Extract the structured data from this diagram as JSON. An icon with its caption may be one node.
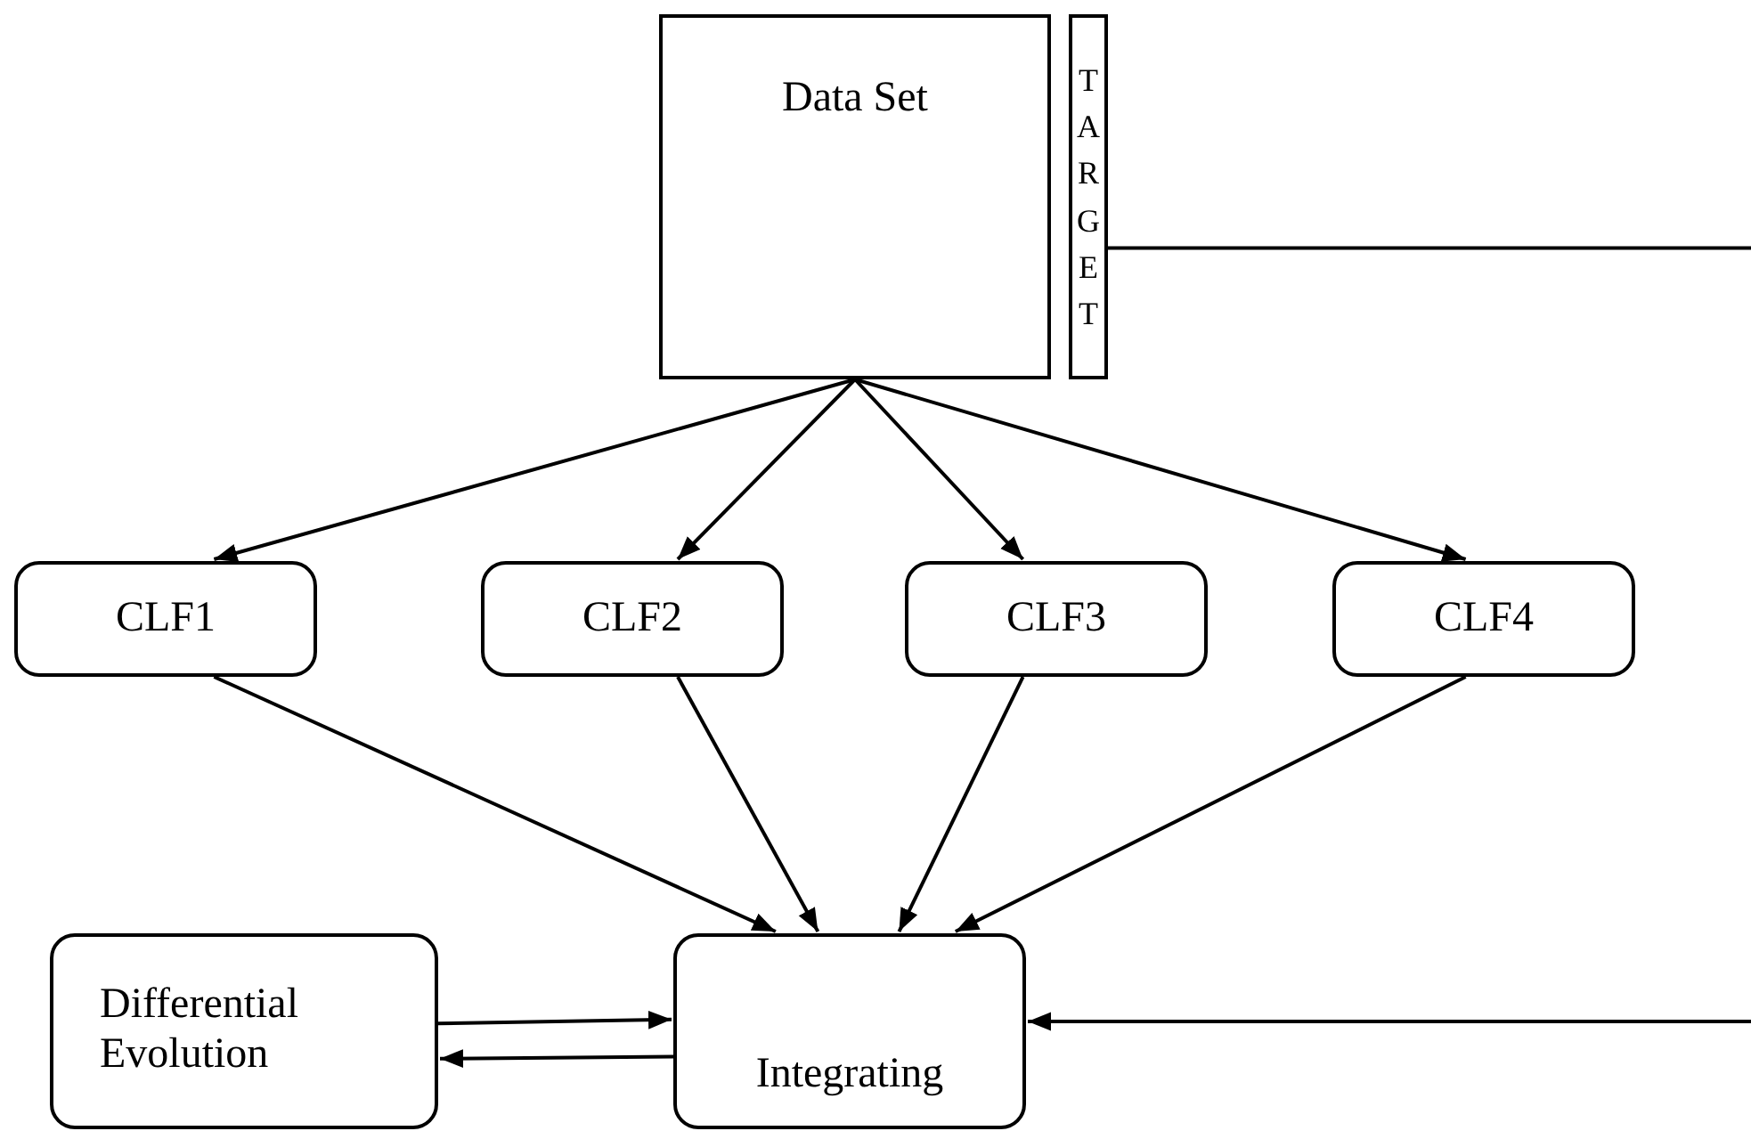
{
  "diagram": {
    "nodes": [
      {
        "text": [
          "Data Set"
        ]
      },
      {
        "text": [
          "TARGET"
        ]
      },
      {
        "text": [
          "CLF1"
        ]
      },
      {
        "text": [
          "CLF2"
        ]
      },
      {
        "text": [
          "CLF3"
        ]
      },
      {
        "text": [
          "CLF4"
        ]
      },
      {
        "text": [
          "Differential Evolution"
        ]
      },
      {
        "text": [
          "Integrating"
        ]
      }
    ],
    "edges": [
      {
        "from": 0,
        "to": 2,
        "arrow": "to"
      },
      {
        "from": 0,
        "to": 3,
        "arrow": "to"
      },
      {
        "from": 0,
        "to": 4,
        "arrow": "to"
      },
      {
        "from": 0,
        "to": 5,
        "arrow": "to"
      },
      {
        "from": 2,
        "to": 7,
        "arrow": "to"
      },
      {
        "from": 3,
        "to": 7,
        "arrow": "to"
      },
      {
        "from": 4,
        "to": 7,
        "arrow": "to"
      },
      {
        "from": 5,
        "to": 7,
        "arrow": "to"
      },
      {
        "from": 6,
        "to": 7,
        "arrow": "to"
      },
      {
        "from": 7,
        "to": 6,
        "arrow": "to"
      },
      {
        "from": 1,
        "to": 7,
        "arrow": "to"
      }
    ]
  }
}
